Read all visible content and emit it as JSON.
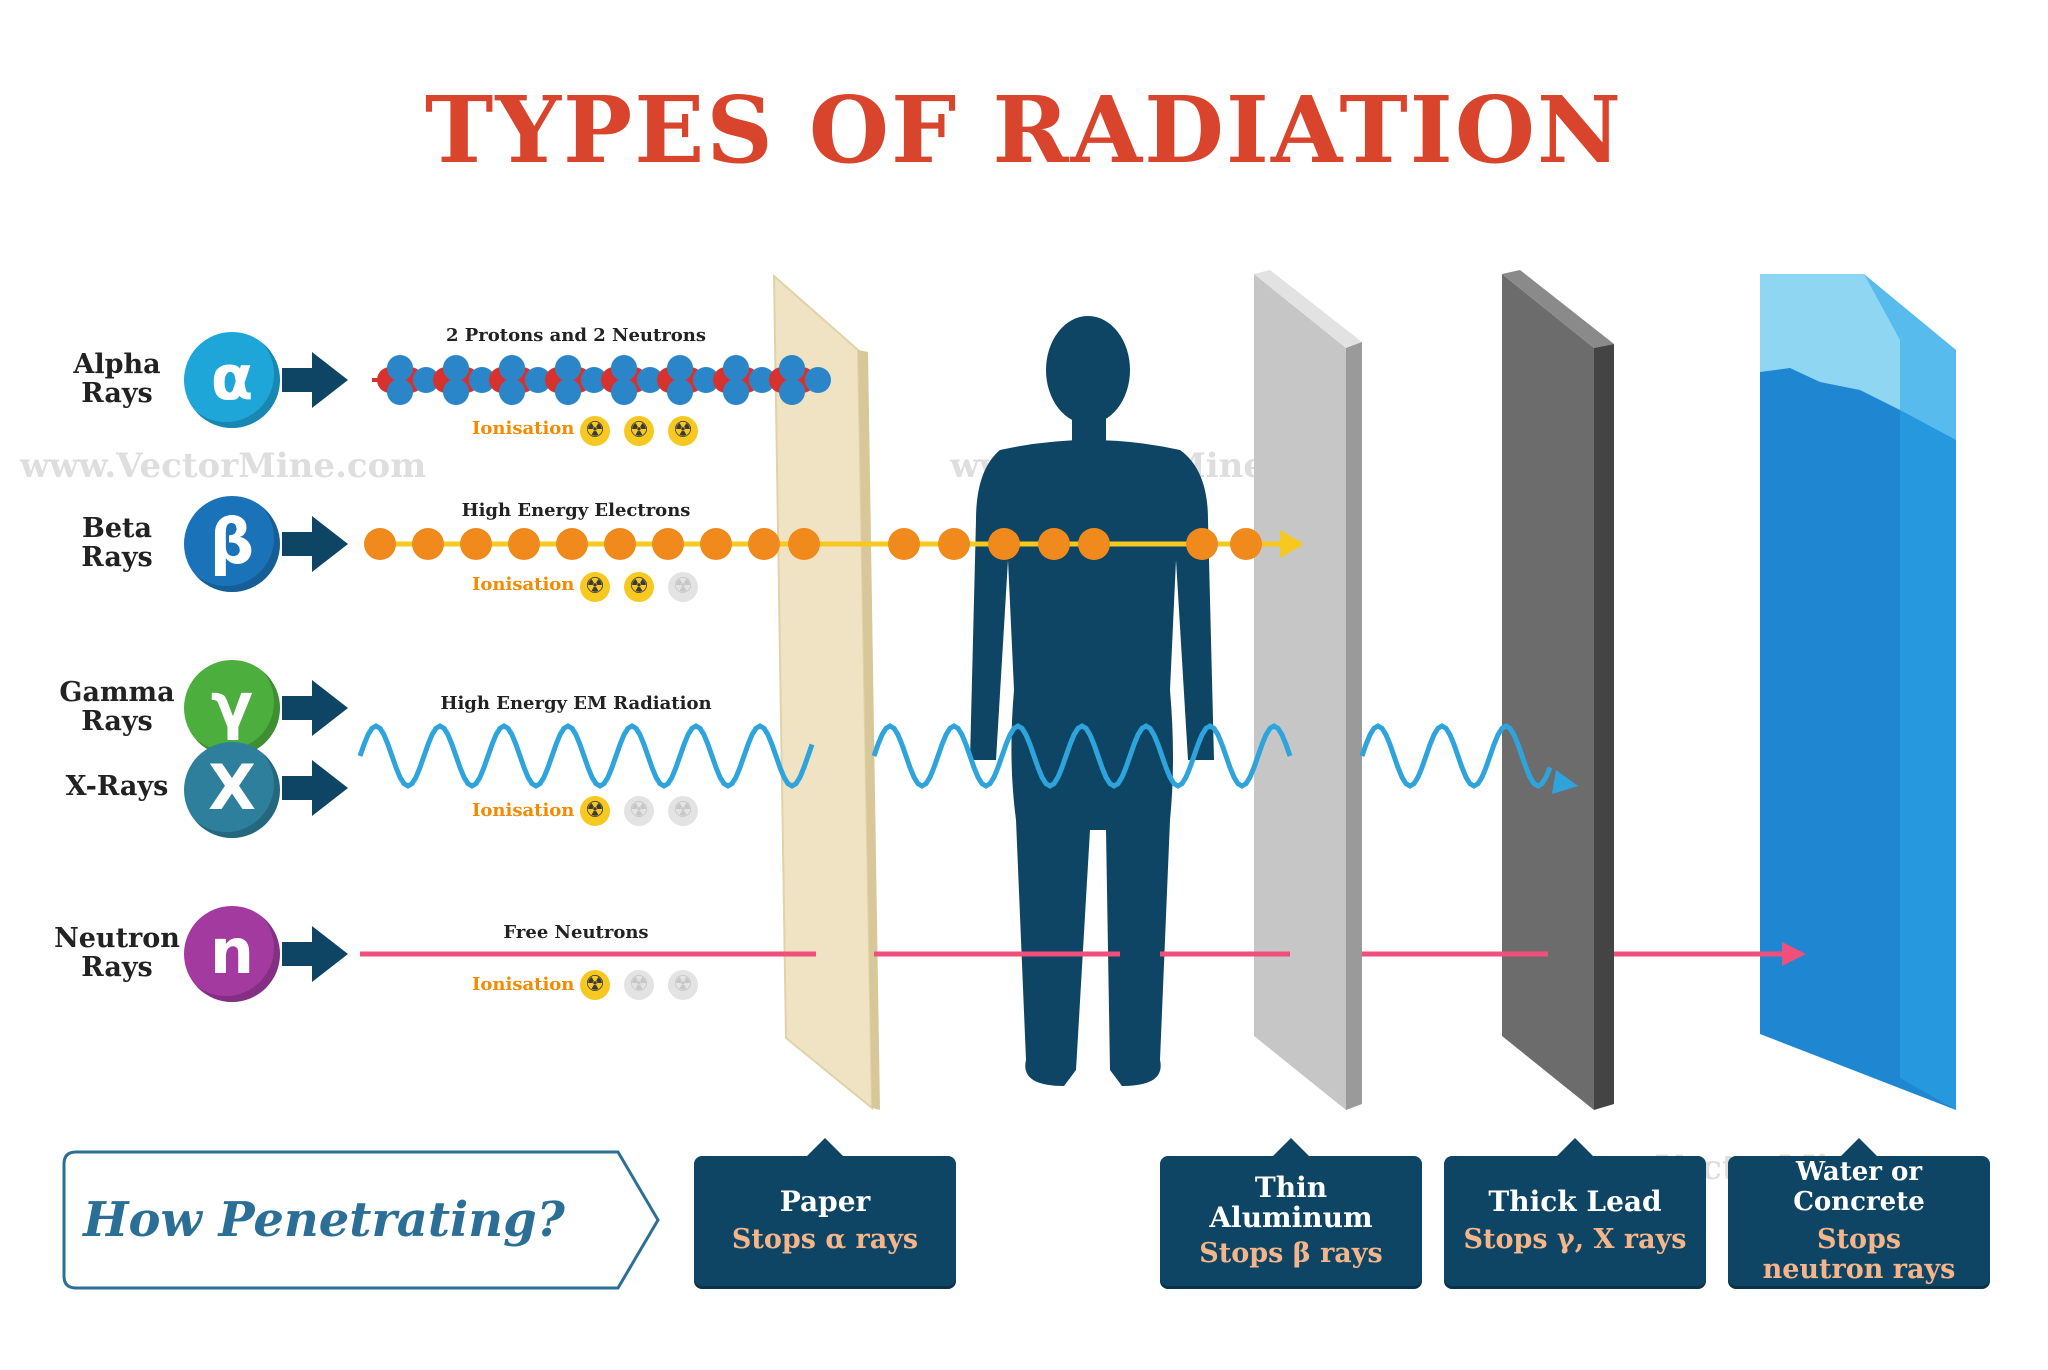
{
  "title": "TYPES OF RADIATION",
  "rays": [
    {
      "label_line1": "Alpha",
      "label_line2": "Rays",
      "symbol": "α",
      "color": "#1ea6d9",
      "caption": "2 Protons and 2 Neutrons",
      "ionisation_level": 3
    },
    {
      "label_line1": "Beta",
      "label_line2": "Rays",
      "symbol": "β",
      "color": "#1a73b8",
      "caption": "High Energy Electrons",
      "ionisation_level": 2
    },
    {
      "label_line1": "Gamma",
      "label_line2": "Rays",
      "symbol": "γ",
      "color": "#4cae3d",
      "caption": "High Energy EM Radiation",
      "ionisation_level": 1
    },
    {
      "label_line1": "X-Rays",
      "label_line2": "",
      "symbol": "X",
      "color": "#2d7f9c",
      "caption": "",
      "ionisation_level": null
    },
    {
      "label_line1": "Neutron",
      "label_line2": "Rays",
      "symbol": "n",
      "color": "#a23aa0",
      "caption": "Free Neutrons",
      "ionisation_level": 1
    }
  ],
  "ionisation_label": "Ionisation",
  "penetration_question": "How Penetrating?",
  "barriers": [
    {
      "name_line1": "Paper",
      "name_line2": "",
      "stops": "Stops α rays"
    },
    {
      "name_line1": "Thin",
      "name_line2": "Aluminum",
      "stops": "Stops β rays"
    },
    {
      "name_line1": "Thick Lead",
      "name_line2": "",
      "stops": "Stops γ, X rays"
    },
    {
      "name_line1": "Water or Concrete",
      "name_line2": "",
      "stops": "Stops neutron rays"
    }
  ],
  "watermark": "www.VectorMine.com",
  "colors": {
    "title": "#d9442c",
    "human": "#0e4564",
    "paper": "#efe3c4",
    "aluminum": "#c8c8c8",
    "lead": "#6e6e6e",
    "water": "#1f86d1",
    "alpha_red": "#d8322e",
    "alpha_blue": "#2b86c9",
    "beta_orange": "#f08a1c",
    "gamma_wave": "#2fa4dc",
    "neutron_line": "#ef4f7a",
    "arrow": "#0e4564"
  }
}
